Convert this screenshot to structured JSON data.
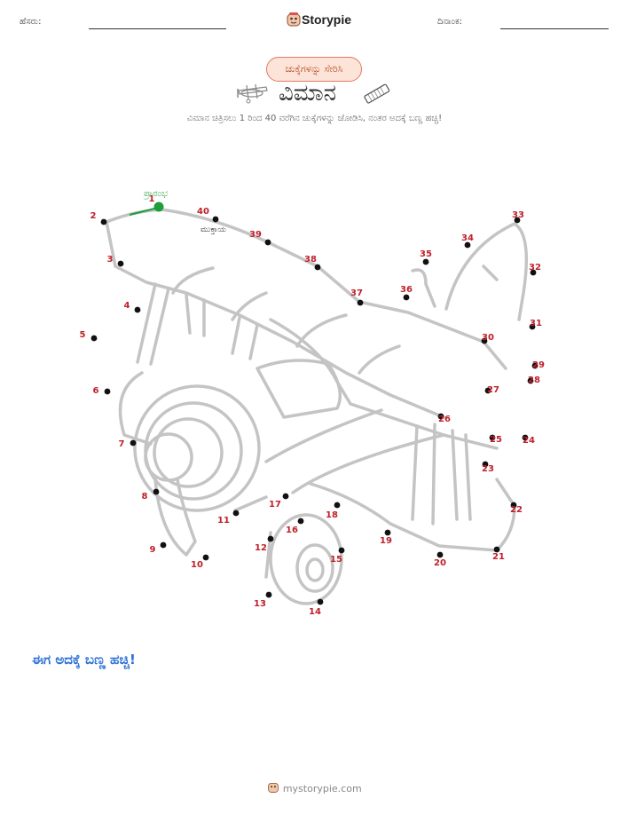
{
  "header": {
    "name_label": "ಹೆಸರು:",
    "brand": "Storypie",
    "date_label": "ದಿನಾಂಕ:"
  },
  "worksheet": {
    "badge": "ಚುಕ್ಕೆಗಳನ್ನು ಸೇರಿಸಿ",
    "title": "ವಿಮಾನ",
    "instructions": "ವಿಮಾನ ಚಿತ್ರಿಸಲು 1 ರಿಂದ 40 ವರೆಗಿನ ಚುಕ್ಕೆಗಳನ್ನು ಜೋಡಿಸಿ, ನಂತರ ಅದಕ್ಕೆ ಬಣ್ಣ ಹಚ್ಚಿ!",
    "start_label": "ಪ್ರಾರಂಭ",
    "end_label": "ಮುಕ್ತಾಯ",
    "color_prompt": "ಈಗ ಅದಕ್ಕೆ ಬಣ್ಣ ಹಚ್ಚಿ!"
  },
  "dots": [
    "1",
    "2",
    "3",
    "4",
    "5",
    "6",
    "7",
    "8",
    "9",
    "10",
    "11",
    "12",
    "13",
    "14",
    "15",
    "16",
    "17",
    "18",
    "19",
    "20",
    "21",
    "22",
    "23",
    "24",
    "25",
    "26",
    "27",
    "28",
    "29",
    "30",
    "31",
    "32",
    "33",
    "34",
    "35",
    "36",
    "37",
    "38",
    "39",
    "40"
  ],
  "footer": {
    "site": "mystorypie.com"
  },
  "colors": {
    "dot_number": "#c0202a",
    "start_dot": "#1e9e3a",
    "prompt": "#2a6fd6",
    "outline": "#bfbfbf"
  }
}
